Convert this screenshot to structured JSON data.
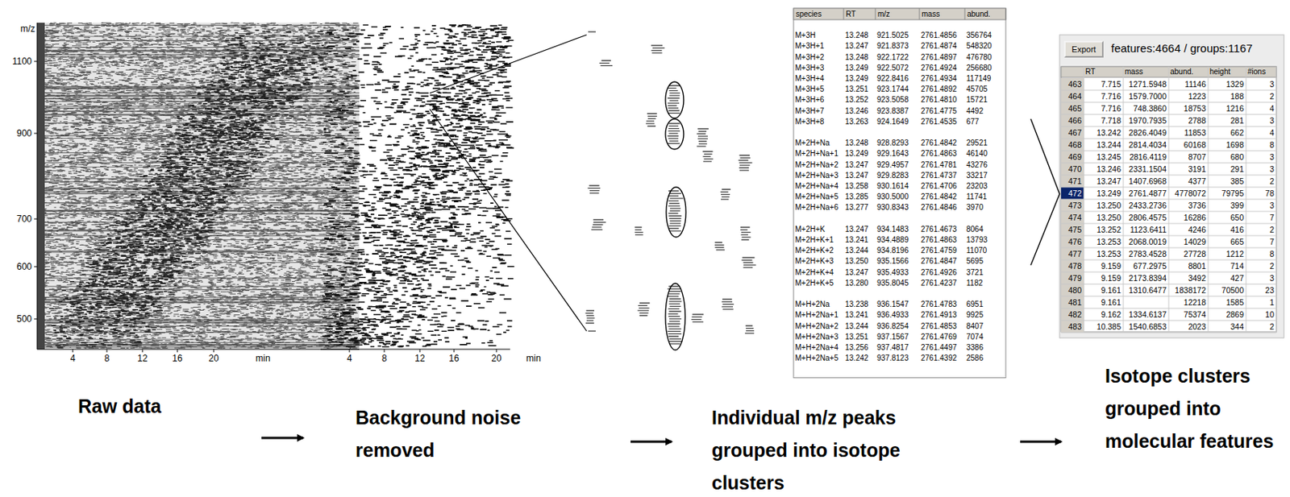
{
  "diagram": {
    "nodes": [
      {
        "text": [
          "Export"
        ]
      }
    ],
    "labels": [
      "m/z",
      "1100",
      "900",
      "700",
      "600",
      "500",
      "4",
      "8",
      "12",
      "16",
      "20",
      "min",
      "4",
      "8",
      "12",
      "16",
      "20",
      "min",
      "species",
      "RT",
      "m/z",
      "mass",
      "abund.",
      "M+3H",
      "13.248",
      "921.5025",
      "2761.4856",
      "356764",
      "M+3H+1",
      "13.247",
      "921.8373",
      "2761.4874",
      "548320",
      "M+3H+2",
      "13.248",
      "922.1722",
      "2761.4897",
      "476780",
      "M+3H+3",
      "13.249",
      "922.5072",
      "2761.4924",
      "256680",
      "M+3H+4",
      "13.249",
      "922.8416",
      "2761.4934",
      "117149",
      "M+3H+5",
      "13.251",
      "923.1744",
      "2761.4892",
      "45705",
      "M+3H+6",
      "13.252",
      "923.5058",
      "2761.4810",
      "15721",
      "M+3H+7",
      "13.246",
      "923.8387",
      "2761.4775",
      "4492",
      "M+3H+8",
      "13.263",
      "924.1649",
      "2761.4535",
      "677",
      "M+2H+Na",
      "13.248",
      "928.8293",
      "2761.4842",
      "29521",
      "M+2H+Na+1",
      "13.249",
      "929.1643",
      "2761.4863",
      "46140",
      "M+2H+Na+2",
      "13.247",
      "929.4957",
      "2761.4781",
      "43276",
      "M+2H+Na+3",
      "13.247",
      "929.8283",
      "2761.4737",
      "33217",
      "M+2H+Na+4",
      "13.258",
      "930.1614",
      "2761.4706",
      "23203",
      "M+2H+Na+5",
      "13.285",
      "930.5000",
      "2761.4842",
      "11741",
      "M+2H+Na+6",
      "13.277",
      "930.8343",
      "2761.4846",
      "3970",
      "M+2H+K",
      "13.247",
      "934.1483",
      "2761.4673",
      "8064",
      "M+2H+K+1",
      "13.241",
      "934.4889",
      "2761.4863",
      "13793",
      "M+2H+K+2",
      "13.244",
      "934.8196",
      "2761.4759",
      "11070",
      "M+2H+K+3",
      "13.250",
      "935.1566",
      "2761.4847",
      "5695",
      "M+2H+K+4",
      "13.247",
      "935.4933",
      "2761.4926",
      "3721",
      "M+2H+K+5",
      "13.280",
      "935.8045",
      "2761.4237",
      "1182",
      "M+H+2Na",
      "13.238",
      "936.1547",
      "2761.4783",
      "6951",
      "M+H+2Na+1",
      "13.241",
      "936.4933",
      "2761.4913",
      "9925",
      "M+H+2Na+2",
      "13.244",
      "936.8254",
      "2761.4853",
      "8407",
      "M+H+2Na+3",
      "13.251",
      "937.1567",
      "2761.4769",
      "7074",
      "M+H+2Na+4",
      "13.256",
      "937.4817",
      "2761.4497",
      "3386",
      "M+H+2Na+5",
      "13.242",
      "937.8123",
      "2761.4392",
      "2586",
      "features:4664 / groups:1167",
      "RT",
      "mass",
      "abund.",
      "height",
      "#ions",
      "463",
      "7.715",
      "1271.5948",
      "11146",
      "1329",
      "3",
      "464",
      "7.716",
      "1579.7000",
      "1223",
      "188",
      "2",
      "465",
      "7.716",
      "748.3860",
      "18753",
      "1216",
      "4",
      "466",
      "7.718",
      "1970.7935",
      "2788",
      "281",
      "3",
      "467",
      "13.242",
      "2826.4049",
      "11853",
      "662",
      "4",
      "468",
      "13.244",
      "2814.4034",
      "60168",
      "1698",
      "8",
      "469",
      "13.245",
      "2816.4119",
      "8707",
      "680",
      "3",
      "470",
      "13.246",
      "2331.1504",
      "3191",
      "291",
      "3",
      "471",
      "13.247",
      "1407.6968",
      "4377",
      "385",
      "2",
      "472",
      "13.249",
      "2761.4877",
      "4778072",
      "79795",
      "78",
      "473",
      "13.250",
      "2433.2736",
      "3736",
      "399",
      "3",
      "474",
      "13.250",
      "2806.4575",
      "16286",
      "650",
      "7",
      "475",
      "13.252",
      "1123.6411",
      "4246",
      "416",
      "2",
      "476",
      "13.253",
      "2068.0019",
      "14029",
      "665",
      "7",
      "477",
      "13.253",
      "2783.4528",
      "27728",
      "1212",
      "8",
      "478",
      "9.159",
      "677.2975",
      "8801",
      "714",
      "2",
      "479",
      "9.159",
      "2173.8394",
      "3492",
      "427",
      "3",
      "480",
      "9.161",
      "1310.6477",
      "1838172",
      "70500",
      "23",
      "481",
      "9.161",
      "12218",
      "1585",
      "1",
      "482",
      "9.162",
      "1334.6137",
      "75374",
      "2869",
      "10",
      "483",
      "10.385",
      "1540.6853",
      "2023",
      "344",
      "2",
      "Raw data",
      "Background noise removed",
      "Individual m/z peaks grouped into isotope clusters",
      "Isotope clusters grouped into molecular features"
    ]
  }
}
